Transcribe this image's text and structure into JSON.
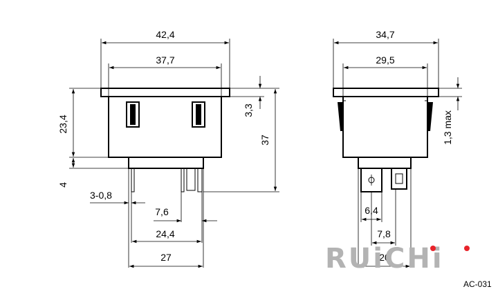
{
  "front_view": {
    "width_outer": "42,4",
    "width_inner": "37,7",
    "height_body": "23,4",
    "height_pin": "4",
    "flange": "3,3",
    "height_total": "37",
    "pin_thickness": "3-0,8",
    "pin_width": "7,6",
    "pin_span": "24,4",
    "base_width": "27"
  },
  "side_view": {
    "width_outer": "34,7",
    "width_inner": "29,5",
    "flange_max": "1,3 max",
    "pin_width": "6,4",
    "pin_gap": "7,8",
    "base_width": "20"
  },
  "brand": {
    "logo_text": "RUiCHi",
    "accent_color": "#e8232a",
    "text_color": "#b3b3b3"
  },
  "part_code": "AC-031"
}
